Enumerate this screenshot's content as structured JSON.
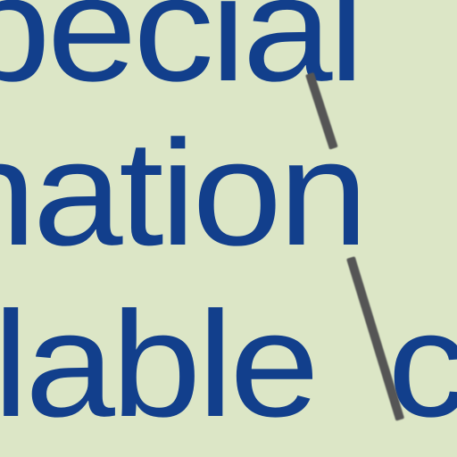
{
  "text_lines": [
    "pecial",
    "nation",
    "lable",
    "c"
  ],
  "colors": {
    "background": "#dce6c6",
    "text": "#123f8c",
    "leader": "#555555"
  }
}
